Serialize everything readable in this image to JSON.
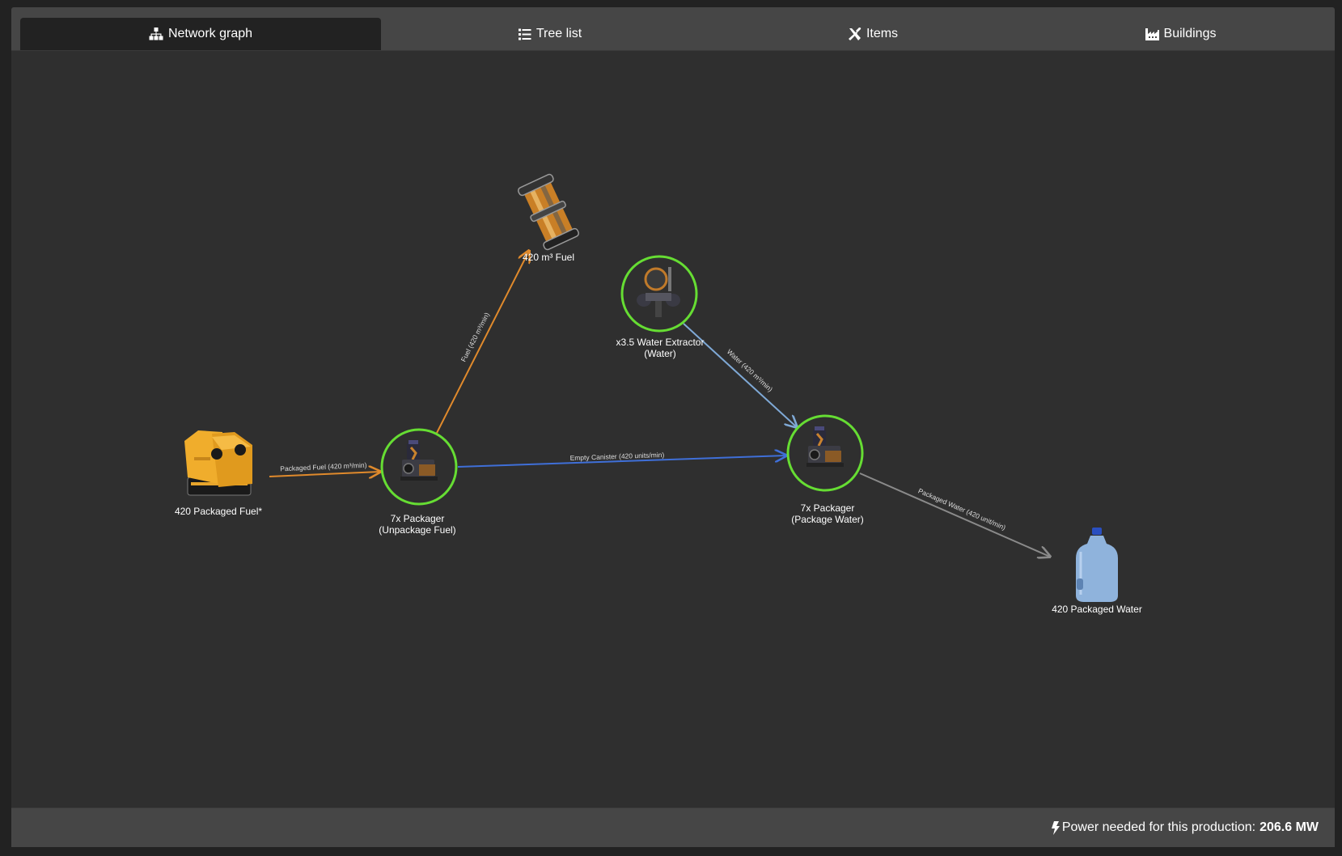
{
  "tabs": [
    {
      "label": "Network graph",
      "icon": "sitemap-icon",
      "active": true
    },
    {
      "label": "Tree list",
      "icon": "list-icon",
      "active": false
    },
    {
      "label": "Items",
      "icon": "tools-icon",
      "active": false
    },
    {
      "label": "Buildings",
      "icon": "industry-icon",
      "active": false
    }
  ],
  "graph": {
    "nodes": {
      "packaged_fuel": {
        "label": "420 Packaged Fuel*",
        "type": "item"
      },
      "packager_unpack": {
        "label_line1": "7x Packager",
        "label_line2": "(Unpackage Fuel)",
        "type": "building"
      },
      "fuel": {
        "label": "420 m³ Fuel",
        "type": "item"
      },
      "water_extractor": {
        "label_line1": "x3.5 Water Extractor",
        "label_line2": "(Water)",
        "type": "building"
      },
      "packager_water": {
        "label_line1": "7x Packager",
        "label_line2": "(Package Water)",
        "type": "building"
      },
      "packaged_water": {
        "label": "420 Packaged Water",
        "type": "item"
      }
    },
    "edges": {
      "packaged_fuel_to_packager": {
        "label": "Packaged Fuel (420 m³/min)",
        "color": "#e08a2c"
      },
      "packager_to_fuel": {
        "label": "Fuel (420 m³/min)",
        "color": "#e08a2c"
      },
      "empty_canister": {
        "label": "Empty Canister (420 units/min)",
        "color": "#3f6fd8"
      },
      "water": {
        "label": "Water (420 m³/min)",
        "color": "#7fa9d6"
      },
      "packaged_water": {
        "label": "Packaged Water (420 unit/min)",
        "color": "#8a8a8a"
      }
    },
    "building_ring_color": "#66dd33"
  },
  "footer": {
    "icon": "bolt-icon",
    "power_label": "Power needed for this production:",
    "power_value": "206.6 MW"
  }
}
